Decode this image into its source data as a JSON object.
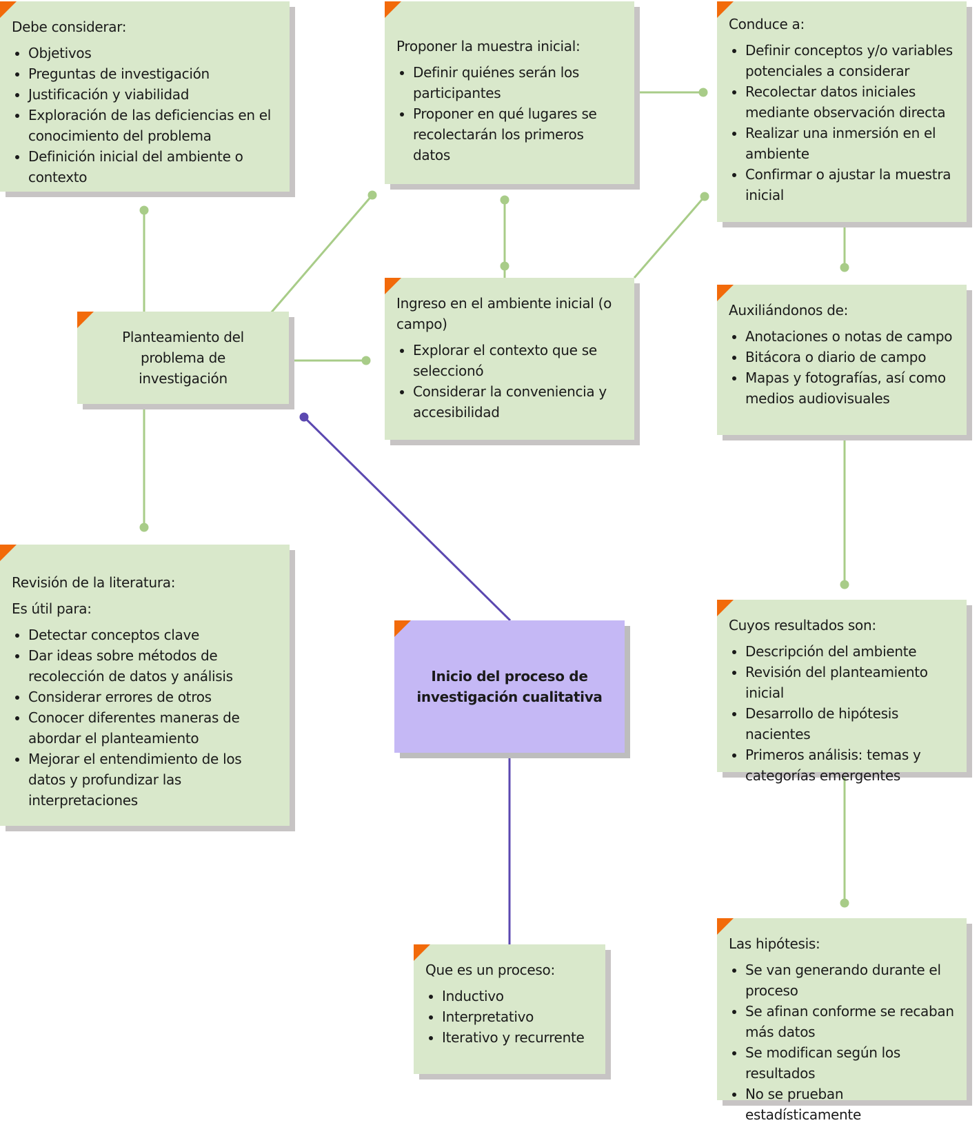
{
  "colors": {
    "box_fill": "#d9e8cb",
    "center_fill": "#c5b8f5",
    "accent_corner": "#f26a0a",
    "green_line": "#a8cc88",
    "purple_line": "#5b48b0"
  },
  "nodes": {
    "debe_considerar": {
      "heading": "Debe considerar:",
      "items": [
        "Objetivos",
        "Preguntas de investigación",
        "Justificación y viabilidad",
        "Exploración de las deficiencias en el conocimiento del problema",
        "Definición inicial del ambiente o contexto"
      ]
    },
    "proponer_muestra": {
      "heading": "Proponer la muestra inicial:",
      "items": [
        "Definir quiénes serán los participantes",
        "Proponer en qué lugares se recolectarán los primeros datos"
      ]
    },
    "conduce_a": {
      "heading": "Conduce a:",
      "items": [
        "Definir conceptos y/o variables potenciales a considerar",
        "Recolectar datos iniciales mediante observación directa",
        "Realizar una inmersión en el ambiente",
        "Confirmar o ajustar la muestra inicial"
      ]
    },
    "planteamiento": {
      "text": "Planteamiento del problema de investigación"
    },
    "ingreso": {
      "heading": "Ingreso en el ambiente inicial (o campo)",
      "items": [
        "Explorar el contexto que se seleccionó",
        "Considerar la conveniencia y accesibilidad"
      ]
    },
    "auxiliandonos": {
      "heading": "Auxiliándonos de:",
      "items": [
        "Anotaciones o notas de campo",
        "Bitácora o diario de campo",
        "Mapas y fotografías, así como medios audiovisuales"
      ]
    },
    "revision": {
      "heading": "Revisión de la literatura:",
      "subheading": "Es útil para:",
      "items": [
        "Detectar conceptos clave",
        "Dar ideas sobre métodos de recolección de datos y análisis",
        "Considerar errores de otros",
        "Conocer diferentes maneras de abordar el planteamiento",
        "Mejorar el entendimiento de los datos y profundizar las interpretaciones"
      ]
    },
    "inicio": {
      "text": "Inicio del proceso de investigación cualitativa"
    },
    "cuyos_resultados": {
      "heading": "Cuyos resultados son:",
      "items": [
        "Descripción del ambiente",
        "Revisión del planteamiento inicial",
        "Desarrollo de hipótesis nacientes",
        "Primeros análisis: temas y categorías emergentes"
      ]
    },
    "que_es": {
      "heading": "Que es un proceso:",
      "items": [
        "Inductivo",
        "Interpretativo",
        "Iterativo y recurrente"
      ]
    },
    "hipotesis": {
      "heading": "Las hipótesis:",
      "items": [
        "Se van generando durante el proceso",
        "Se afinan conforme se recaban más datos",
        "Se modifican según los resultados",
        "No se prueban estadísticamente"
      ]
    }
  }
}
